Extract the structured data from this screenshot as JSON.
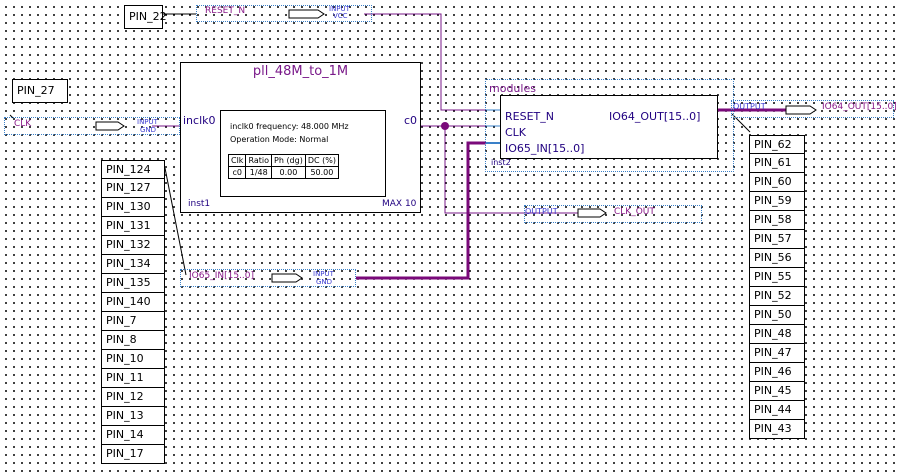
{
  "top_pins": {
    "reset_pin": "PIN_22",
    "clk_pin": "PIN_27"
  },
  "input_signals": {
    "reset_name": "RESET_N",
    "reset_dir": "INPUT",
    "reset_default": "VCC",
    "clk_name": "CLK",
    "clk_dir": "INPUT",
    "clk_default": "GND",
    "io65_name": "IO65_IN[15..0]",
    "io65_dir": "INPUT",
    "io65_default": "GND"
  },
  "output_signals": {
    "io64_dir": "OUTPUT",
    "io64_name": "IO64_OUT[15..0]",
    "clkout_dir": "OUTPUT",
    "clkout_name": "CLK_OUT"
  },
  "pll": {
    "title": "pll_48M_to_1M",
    "in_port": "inclk0",
    "out_port": "c0",
    "freq_text": "inclk0 frequency: 48.000 MHz",
    "mode_text": "Operation Mode: Normal",
    "table_headers": [
      "Clk",
      "Ratio",
      "Ph (dg)",
      "DC (%)"
    ],
    "table_row": [
      "c0",
      "1/48",
      "0.00",
      "50.00"
    ],
    "inst": "inst1",
    "family": "MAX 10"
  },
  "module": {
    "title": "modules",
    "port_reset": "RESET_N",
    "port_clk": "CLK",
    "port_io65": "IO65_IN[15..0]",
    "port_io64": "IO64_OUT[15..0]",
    "inst": "inst2"
  },
  "left_pins": [
    "PIN_124",
    "PIN_127",
    "PIN_130",
    "PIN_131",
    "PIN_132",
    "PIN_134",
    "PIN_135",
    "PIN_140",
    "PIN_7",
    "PIN_8",
    "PIN_10",
    "PIN_11",
    "PIN_12",
    "PIN_13",
    "PIN_14",
    "PIN_17"
  ],
  "right_pins": [
    "PIN_62",
    "PIN_61",
    "PIN_60",
    "PIN_59",
    "PIN_58",
    "PIN_57",
    "PIN_56",
    "PIN_55",
    "PIN_52",
    "PIN_50",
    "PIN_48",
    "PIN_47",
    "PIN_46",
    "PIN_45",
    "PIN_44",
    "PIN_43"
  ],
  "colors": {
    "wire": "#7a1a8a",
    "bus": "#7a0a7a",
    "port_line": "#3a80c8"
  }
}
